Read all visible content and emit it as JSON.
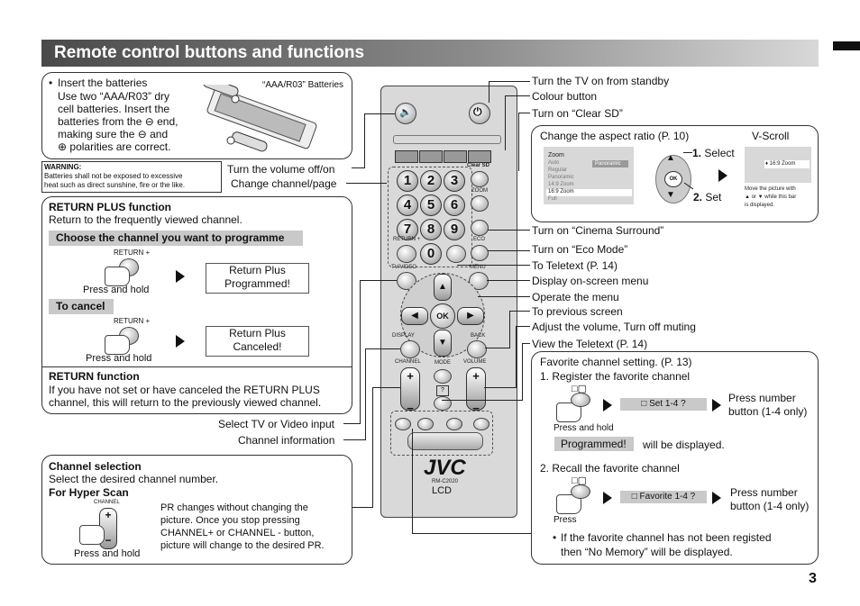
{
  "header": {
    "title": "Remote control buttons and functions"
  },
  "page_number": "3",
  "batteries": {
    "bullet": "•",
    "lines": [
      "Insert the batteries",
      "Use two “AAA/R03” dry",
      "cell batteries. Insert the",
      "batteries from the ⊖ end,",
      "making sure the ⊖ and",
      "⊕ polarities are correct."
    ],
    "caption": "“AAA/R03” Batteries"
  },
  "warning": {
    "title": "WARNING:",
    "lines": [
      "Batteries shall not be exposed to excessive",
      "heat such as direct sunshine, fire or the like."
    ]
  },
  "return_plus": {
    "title": "RETURN PLUS function",
    "desc": "Return to the frequently viewed channel.",
    "band1": "Choose the channel you want to programme",
    "btn_label": "RETURN +",
    "press_hold": "Press and hold",
    "msg1_l1": "Return Plus",
    "msg1_l2": "Programmed!",
    "band2": "To cancel",
    "btn_label2": "RETURN +",
    "press_hold2": "Press and hold",
    "msg2_l1": "Return Plus",
    "msg2_l2": "Canceled!",
    "func_title": "RETURN function",
    "func_lines": [
      "If you have not set or have canceled the RETURN PLUS",
      "channel, this will return to the previously viewed channel."
    ]
  },
  "channel_sel": {
    "title": "Channel selection",
    "desc": "Select the desired channel number.",
    "hyper": "For Hyper Scan",
    "small_label": "CHANNEL",
    "press_hold": "Press and hold",
    "lines": [
      "PR changes without changing the",
      "picture. Once you stop pressing",
      "CHANNEL+ or CHANNEL - button,",
      "picture will change to the desired PR."
    ]
  },
  "left_labels": {
    "mute": "Turn the volume off/on",
    "chpage": "Change channel/page",
    "tvvideo": "Select TV or Video input",
    "chinfo": "Channel information"
  },
  "right_labels": {
    "standby": "Turn the TV on from standby",
    "colour": "Colour button",
    "clearsd": "Turn on “Clear SD”",
    "cinema": "Turn on “Cinema Surround”",
    "eco": "Turn on “Eco Mode”",
    "teletext": "To Teletext (P. 14)",
    "osd": "Display on-screen menu",
    "operate": "Operate the menu",
    "previous": "To previous screen",
    "volume": "Adjust the volume, Turn off muting",
    "viewtt": "View the Teletext (P. 14)"
  },
  "aspect": {
    "title": "Change the aspect ratio (P. 10)",
    "vscroll": "V-Scroll",
    "menu_title": "Zoom",
    "menu_items": [
      "Auto",
      "Regular",
      "Panoramic",
      "14:9 Zoom",
      "16:9 Zoom",
      "Full"
    ],
    "menu_highlight": "Panoramic",
    "select": "1. Select",
    "set": "2. Set",
    "vs_label": "♦ 16:9 Zoom",
    "vs_note": [
      "Move the picture with",
      "▲ or ▼ while this bar",
      "is displayed."
    ]
  },
  "favorite": {
    "title": "Favorite channel setting. (P. 13)",
    "step1": "1. Register the favorite channel",
    "set_msg": "□ Set 1-4 ?",
    "press_num1": "Press number",
    "press_num1b": "button (1-4 only)",
    "press_hold": "Press and hold",
    "programmed": "Programmed!",
    "will_display": "will be displayed.",
    "step2": "2. Recall the favorite channel",
    "fav_msg": "□ Favorite 1-4 ?",
    "press_num2": "Press number",
    "press_num2b": "button (1-4 only)",
    "press": "Press",
    "note1": "If the favorite channel has not been registed",
    "note2": "then “No Memory” will be displayed."
  },
  "remote": {
    "numbers": [
      "1",
      "2",
      "3",
      "4",
      "5",
      "6",
      "7",
      "8",
      "9",
      "0"
    ],
    "ok": "OK",
    "labels": {
      "clearsd": "Clear SD",
      "zoom": "ZOOM",
      "return": "RETURN +",
      "eco": "ECO",
      "tvvideo": "TV/VIDEO",
      "menu": "MENU",
      "display": "DISPLAY",
      "back": "BACK",
      "channel": "CHANNEL",
      "mode": "MODE",
      "volume": "VOLUME"
    },
    "brand": "JVC",
    "model": "RM-C2020",
    "lcd": "LCD"
  }
}
